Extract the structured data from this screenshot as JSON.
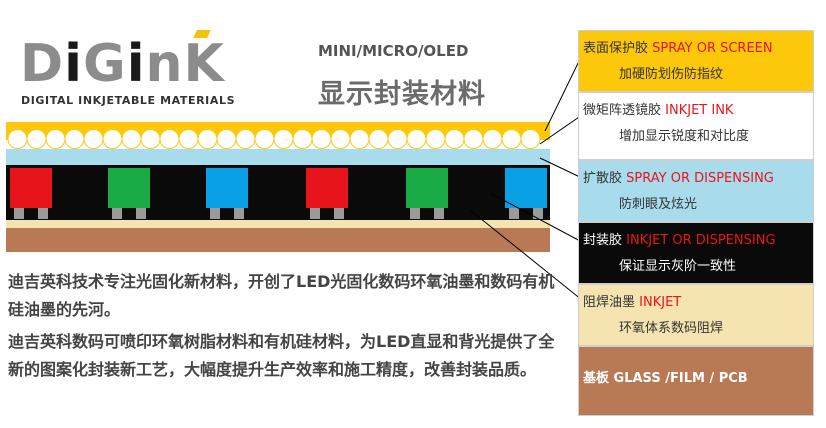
{
  "logo": {
    "wordmark_gray_1": "D",
    "wordmark_black": "i",
    "wordmark_gray_2": "G",
    "wordmark_black_2": "i",
    "wordmark_gray_3": "nK",
    "tagline": "DIGITAL INKJETABLE MATERIALS"
  },
  "heading": {
    "en": "MINI/MICRO/OLED",
    "cn": "显示封装材料"
  },
  "description": {
    "p1": "迪吉英科技术专注光固化新材料，开创了LED光固化数码环氧油墨和数码有机硅油墨的先河。",
    "p2": "迪吉英科数码可喷印环氧树脂材料和有机硅材料，为LED直显和背光提供了全新的图案化封装新工艺，大幅度提升生产效率和施工精度，改善封装品质。"
  },
  "layers": [
    {
      "name": "表面保护胶",
      "method": "SPRAY OR SCREEN",
      "desc": "加硬防划伤防指纹",
      "color": "#fdc70c"
    },
    {
      "name": "微矩阵透镜胶",
      "method": "INKJET INK",
      "desc": "增加显示锐度和对比度",
      "color": "#ffffff"
    },
    {
      "name": "扩散胶",
      "method": "SPRAY OR DISPENSING",
      "desc": "防刺眼及炫光",
      "color": "#a8dcec"
    },
    {
      "name": "封装胶",
      "method": "INKJET OR DISPENSING",
      "desc": "保证显示灰阶一致性",
      "color": "#0a0a0a"
    },
    {
      "name": "阻焊油墨",
      "method": "INKJET",
      "desc": "环氧体系数码阻焊",
      "color": "#f5e3b0"
    },
    {
      "name": "基板",
      "method": "GLASS /FILM / PCB",
      "desc": "",
      "color": "#b87a55"
    }
  ],
  "led_colors": [
    "#e8141c",
    "#1aab47",
    "#0aa0e6",
    "#e8141c",
    "#1aab47",
    "#0aa0e6"
  ]
}
